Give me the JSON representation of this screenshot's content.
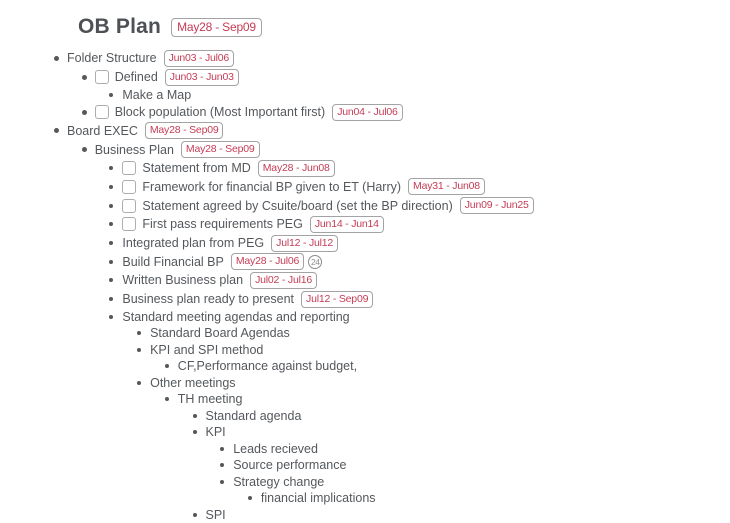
{
  "page": {
    "title": "OB Plan",
    "title_badge": "May28 - Sep09"
  },
  "colors": {
    "text": "#54585c",
    "title": "#4d5156",
    "bullet": "#55585b",
    "badge_text": "#c43c55",
    "badge_border": "#a3a3a3",
    "checkbox_border": "#adadad",
    "counter": "#8c8c8c",
    "bg": "#ffffff"
  },
  "icons": {
    "bullet": "disc",
    "checkbox": "unchecked-rounded-square",
    "counter_badge": "circled-number"
  },
  "outline": {
    "items": [
      {
        "level": 1,
        "label": "Folder Structure",
        "badge": "Jun03 - Jul06"
      },
      {
        "level": 2,
        "label": "Defined",
        "badge": "Jun03 - Jun03",
        "checkbox": true,
        "checked": false
      },
      {
        "level": 3,
        "label": "Make a Map"
      },
      {
        "level": 2,
        "label": "Block population (Most Important first)",
        "badge": "Jun04 - Jul06",
        "checkbox": true,
        "checked": false
      },
      {
        "level": 1,
        "label": "Board EXEC",
        "badge": "May28 - Sep09"
      },
      {
        "level": 2,
        "label": "Business Plan",
        "badge": "May28 - Sep09"
      },
      {
        "level": 3,
        "label": "Statement from MD",
        "badge": "May28 - Jun08",
        "checkbox": true,
        "checked": false
      },
      {
        "level": 3,
        "label": "Framework for financial BP given to ET (Harry)",
        "badge": "May31 - Jun08",
        "checkbox": true,
        "checked": false
      },
      {
        "level": 3,
        "label": "Statement agreed by Csuite/board (set the BP direction)",
        "badge": "Jun09 - Jun25",
        "checkbox": true,
        "checked": false
      },
      {
        "level": 3,
        "label": "First pass requirements PEG",
        "badge": "Jun14 - Jun14",
        "checkbox": true,
        "checked": false
      },
      {
        "level": 3,
        "label": "Integrated plan from PEG",
        "badge": "Jul12 - Jul12"
      },
      {
        "level": 3,
        "label": "Build Financial BP",
        "badge": "May28 - Jul06",
        "counter": "24"
      },
      {
        "level": 3,
        "label": "Written Business plan",
        "badge": "Jul02 - Jul16"
      },
      {
        "level": 3,
        "label": "Business plan ready to present",
        "badge": "Jul12 - Sep09"
      },
      {
        "level": 3,
        "label": "Standard meeting agendas and reporting"
      },
      {
        "level": 4,
        "label": "Standard Board Agendas"
      },
      {
        "level": 4,
        "label": "KPI and SPI method"
      },
      {
        "level": 5,
        "label": "CF,Performance against budget,"
      },
      {
        "level": 4,
        "label": "Other meetings"
      },
      {
        "level": 5,
        "label": "TH meeting"
      },
      {
        "level": 6,
        "label": "Standard agenda"
      },
      {
        "level": 6,
        "label": "KPI"
      },
      {
        "level": 7,
        "label": "Leads recieved"
      },
      {
        "level": 7,
        "label": "Source performance"
      },
      {
        "level": 7,
        "label": "Strategy change"
      },
      {
        "level": 8,
        "label": "financial implications"
      },
      {
        "level": 6,
        "label": "SPI"
      }
    ]
  }
}
